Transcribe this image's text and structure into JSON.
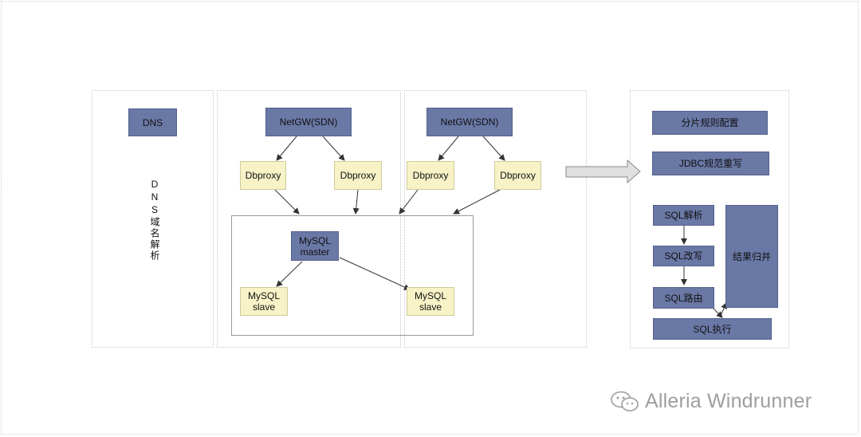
{
  "dns": {
    "box_label": "DNS",
    "vertical_label": "DNS域名解析"
  },
  "cluster_a": {
    "netgw": "NetGW(SDN)",
    "dbproxy_left": "Dbproxy",
    "dbproxy_right": "Dbproxy"
  },
  "cluster_b": {
    "netgw": "NetGW(SDN)",
    "dbproxy_left": "Dbproxy",
    "dbproxy_right": "Dbproxy"
  },
  "mysql": {
    "master": "MySQL\nmaster",
    "slave_left": "MySQL\nslave",
    "slave_right": "MySQL\nslave"
  },
  "pipeline": {
    "shard_config": "分片规则配置",
    "jdbc_rewrite": "JDBC规范重写",
    "sql_parse": "SQL解析",
    "sql_rewrite": "SQL改写",
    "sql_route": "SQL路由",
    "sql_execute": "SQL执行",
    "result_merge": "结果归并"
  },
  "watermark": {
    "text": "Alleria Windrunner",
    "icon": "wechat-icon"
  },
  "colors": {
    "node_blue": "#6a78a6",
    "node_yellow": "#f7f3c7",
    "arrow": "#333333",
    "big_arrow_fill": "#e0e0e0"
  }
}
